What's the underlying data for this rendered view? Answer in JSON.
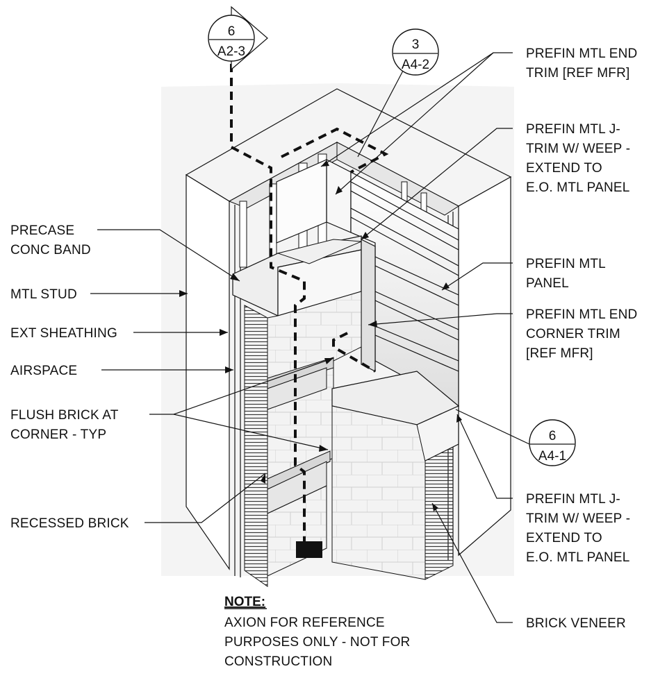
{
  "callouts": {
    "left": [
      {
        "id": "precast",
        "lines": [
          "PRECASE",
          "CONC BAND"
        ]
      },
      {
        "id": "mtl-stud",
        "lines": [
          "MTL STUD"
        ]
      },
      {
        "id": "ext-sheathing",
        "lines": [
          "EXT SHEATHING"
        ]
      },
      {
        "id": "airspace",
        "lines": [
          "AIRSPACE"
        ]
      },
      {
        "id": "flush-brick",
        "lines": [
          "FLUSH BRICK AT",
          "CORNER - TYP"
        ]
      },
      {
        "id": "recessed-brick",
        "lines": [
          "RECESSED BRICK"
        ]
      }
    ],
    "right": [
      {
        "id": "end-trim",
        "lines": [
          "PREFIN MTL END",
          "TRIM [REF MFR]"
        ]
      },
      {
        "id": "j-trim-top",
        "lines": [
          "PREFIN MTL J-",
          "TRIM W/ WEEP -",
          "EXTEND TO",
          "E.O. MTL PANEL"
        ]
      },
      {
        "id": "mtl-panel",
        "lines": [
          "PREFIN MTL",
          "PANEL"
        ]
      },
      {
        "id": "corner-trim",
        "lines": [
          "PREFIN MTL END",
          "CORNER TRIM",
          "[REF MFR]"
        ]
      },
      {
        "id": "j-trim-bottom",
        "lines": [
          "PREFIN MTL J-",
          "TRIM W/ WEEP -",
          "EXTEND TO",
          "E.O. MTL PANEL"
        ]
      },
      {
        "id": "brick-veneer",
        "lines": [
          "BRICK VENEER"
        ]
      }
    ]
  },
  "bubbles": [
    {
      "id": "a2-3",
      "number": "6",
      "sheet": "A2-3"
    },
    {
      "id": "a4-2",
      "number": "3",
      "sheet": "A4-2"
    },
    {
      "id": "a4-1",
      "number": "6",
      "sheet": "A4-1"
    }
  ],
  "note": {
    "heading": "NOTE:",
    "lines": [
      "AXION FOR REFERENCE",
      "PURPOSES ONLY - NOT FOR",
      "CONSTRUCTION"
    ]
  }
}
